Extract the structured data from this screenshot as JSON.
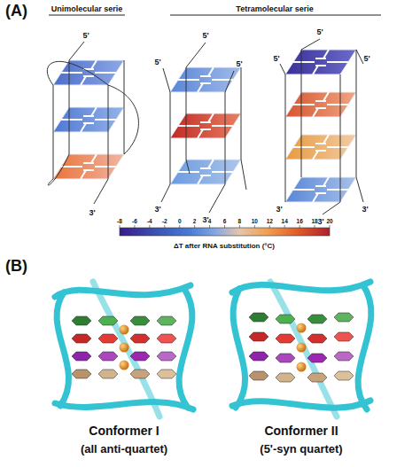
{
  "diagram": {
    "labels": [
      "(A)",
      "Unimolecular serie",
      "Tetramolecular serie",
      "5'",
      "3'",
      "5'",
      "5'",
      "5'",
      "3'",
      "3'",
      "5'",
      "5'",
      "5'",
      "3'",
      "3'",
      "3'",
      "-8",
      "-6",
      "-4",
      "-2",
      "0",
      "2",
      "4",
      "6",
      "8",
      "10",
      "12",
      "14",
      "16",
      "18",
      "20",
      "ΔT after RNA substitution (°C)",
      "(B)",
      "Conformer I",
      "(all anti-quartet)",
      "Conformer II",
      "(5'-syn quartet)"
    ]
  }
}
